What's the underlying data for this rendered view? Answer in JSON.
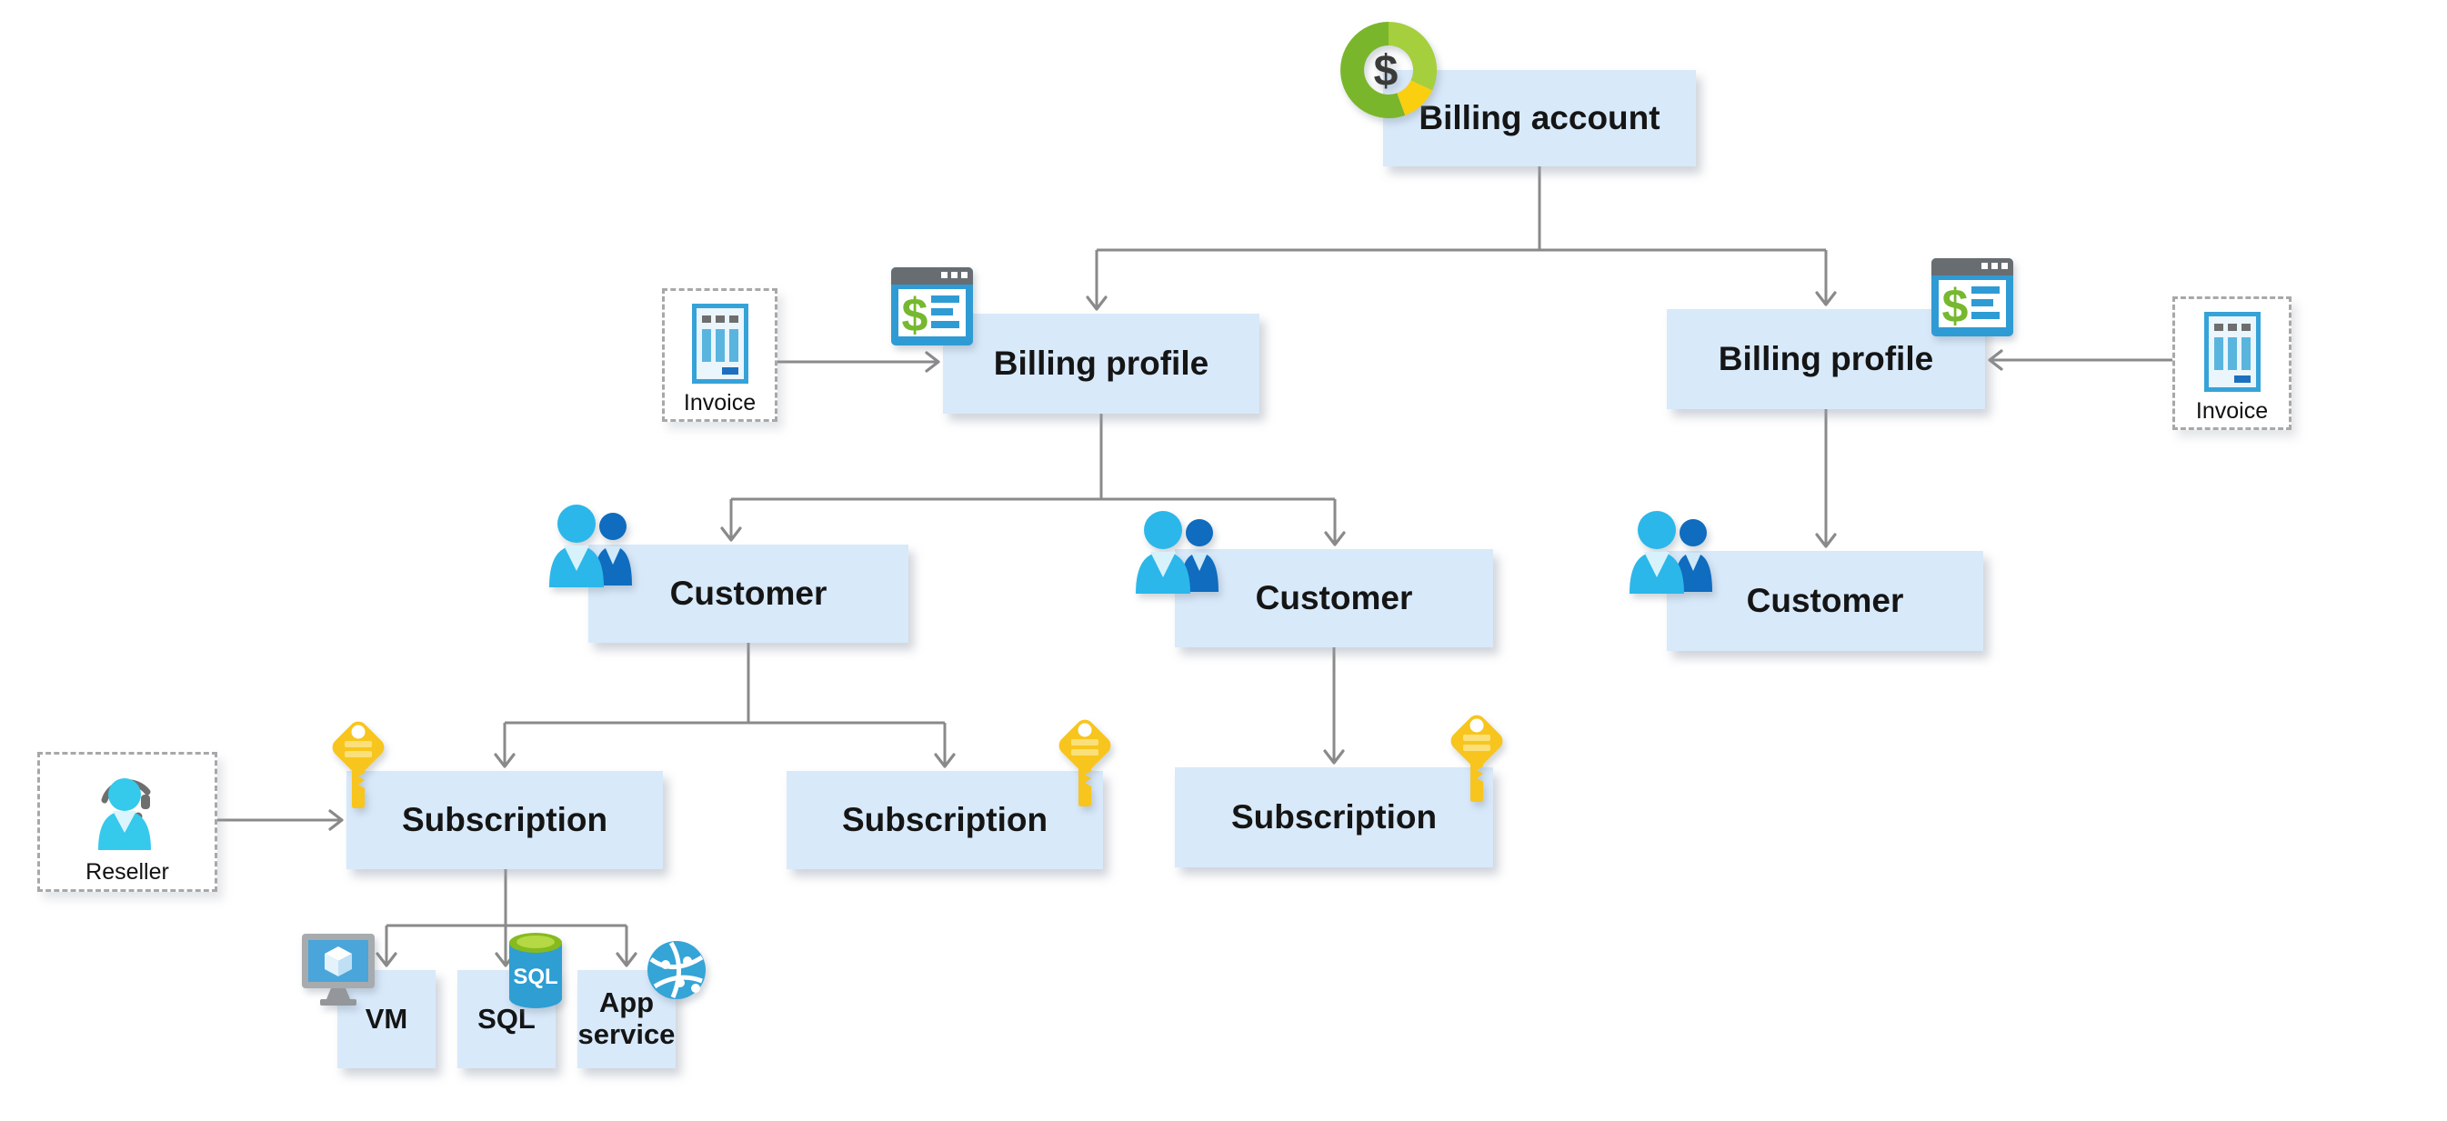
{
  "diagram": {
    "nodes": {
      "billing_account": {
        "label": "Billing account"
      },
      "billing_profile_left": {
        "label": "Billing profile"
      },
      "billing_profile_right": {
        "label": "Billing profile"
      },
      "customer_left": {
        "label": "Customer"
      },
      "customer_middle": {
        "label": "Customer"
      },
      "customer_right": {
        "label": "Customer"
      },
      "subscription_left": {
        "label": "Subscription"
      },
      "subscription_middle": {
        "label": "Subscription"
      },
      "subscription_right": {
        "label": "Subscription"
      },
      "vm": {
        "label": "VM"
      },
      "sql": {
        "label": "SQL"
      },
      "app_service": {
        "label": "App service"
      }
    },
    "annotations": {
      "invoice_left": {
        "label": "Invoice"
      },
      "invoice_right": {
        "label": "Invoice"
      },
      "reseller": {
        "label": "Reseller"
      }
    },
    "icon_badges": {
      "dollar": "$",
      "sql": "SQL"
    },
    "icons": {
      "billing_account": "donut-chart-dollar-icon",
      "billing_profile": "billing-window-icon",
      "invoice": "invoice-icon",
      "customer": "people-icon",
      "subscription": "key-icon",
      "reseller": "support-person-icon",
      "vm": "vm-monitor-icon",
      "sql": "sql-database-icon",
      "app_service": "app-service-globe-icon"
    },
    "colors": {
      "node_fill": "#d8e9fa",
      "connector": "#8a8a8a",
      "dashed_border": "#a8a8a8",
      "donut_dark_green": "#7ab62b",
      "donut_light_green": "#a5cf3d",
      "donut_yellow": "#f9cf10",
      "key_yellow": "#f7c51d",
      "person_cyan": "#2bb7e9",
      "person_dark_blue": "#0f6cbf",
      "icon_blue": "#2f9bd4",
      "sql_green": "#9fcf2f"
    }
  }
}
